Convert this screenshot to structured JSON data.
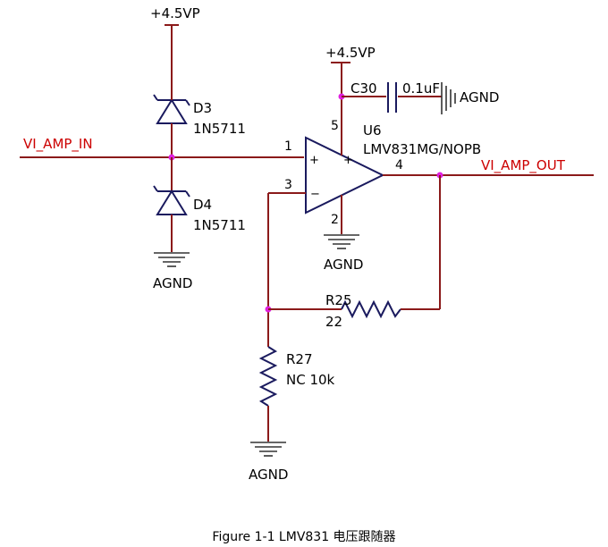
{
  "power": {
    "top_rail": "+4.5VP",
    "u6_rail": "+4.5VP"
  },
  "nets": {
    "input": "VI_AMP_IN",
    "output": "VI_AMP_OUT"
  },
  "components": {
    "d3": {
      "ref": "D3",
      "value": "1N5711"
    },
    "d4": {
      "ref": "D4",
      "value": "1N5711"
    },
    "c30": {
      "ref": "C30",
      "value": "0.1uF",
      "gnd": "AGND"
    },
    "u6": {
      "ref": "U6",
      "value": "LMV831MG/NOPB",
      "plus": "+",
      "minus": "−",
      "supply_plus": "+"
    },
    "r25": {
      "ref": "R25",
      "value": "22"
    },
    "r27": {
      "ref": "R27",
      "value": "NC 10k"
    }
  },
  "pins": {
    "p1": "1",
    "p2": "2",
    "p3": "3",
    "p4": "4",
    "p5": "5"
  },
  "grounds": {
    "d4": "AGND",
    "u6": "AGND",
    "r27": "AGND"
  },
  "caption": "Figure 1-1 LMV831 电压跟随器",
  "colors": {
    "wire": "#8b1a1a",
    "component": "#1a1a5e",
    "junction": "#e020e0",
    "net_label": "#cc0000"
  }
}
